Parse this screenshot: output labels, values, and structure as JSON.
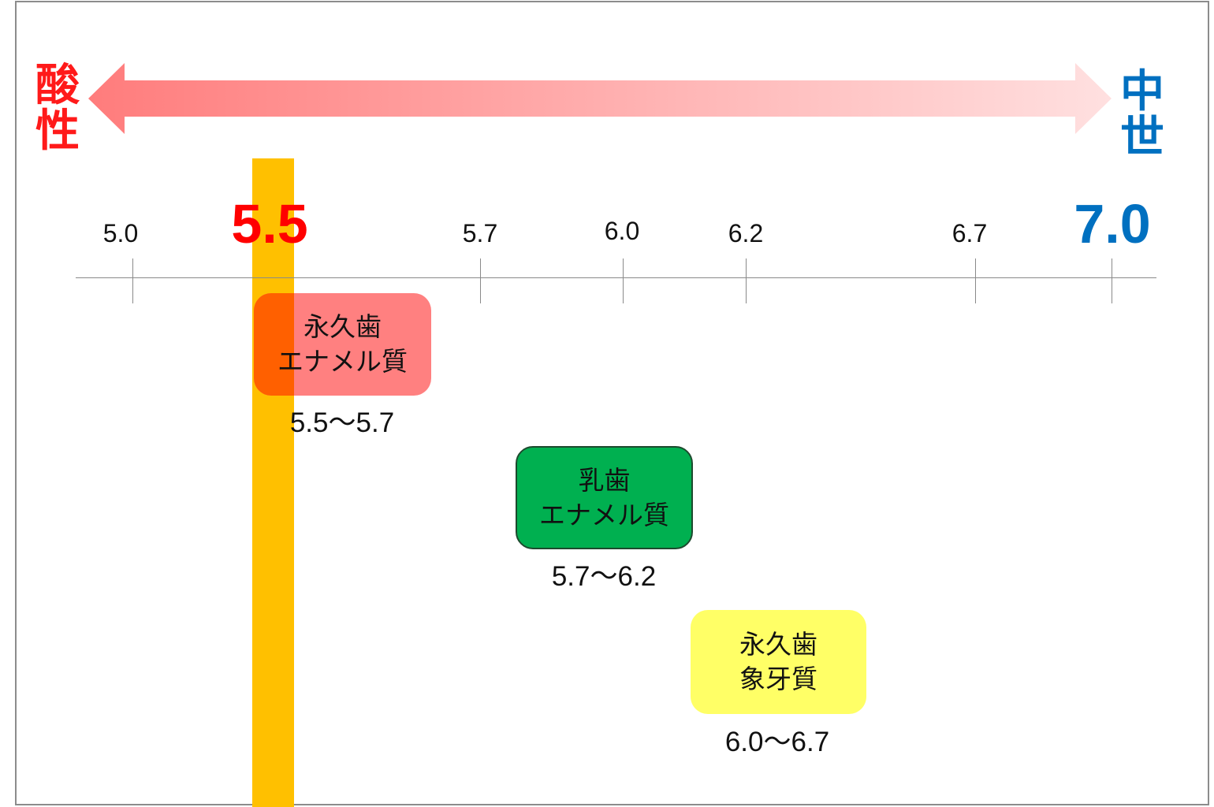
{
  "labels": {
    "acid": [
      "酸",
      "性"
    ],
    "neutral": [
      "中",
      "世"
    ]
  },
  "colors": {
    "acid_text": "#ff1a1a",
    "neutral_text": "#0070c0",
    "guide_bar": "#ffc000",
    "arrow_gradient_start": "#ff7c7c",
    "arrow_gradient_end": "#ffe0e0",
    "box_permanent_enamel": "#ff8080",
    "box_primary_enamel": "#00b050",
    "box_permanent_dentin": "#ffff66"
  },
  "axis": {
    "ticks": [
      {
        "value": "5.0",
        "style": "normal"
      },
      {
        "value": "5.5",
        "style": "highlight-red"
      },
      {
        "value": "5.7",
        "style": "normal"
      },
      {
        "value": "6.0",
        "style": "normal"
      },
      {
        "value": "6.2",
        "style": "normal"
      },
      {
        "value": "6.7",
        "style": "normal"
      },
      {
        "value": "7.0",
        "style": "highlight-blue"
      }
    ]
  },
  "ranges": [
    {
      "line1": "永久歯",
      "line2": "エナメル質",
      "range": "5.5〜5.7",
      "color": "#ff8080"
    },
    {
      "line1": "乳歯",
      "line2": "エナメル質",
      "range": "5.7〜6.2",
      "color": "#00b050"
    },
    {
      "line1": "永久歯",
      "line2": "象牙質",
      "range": "6.0〜6.7",
      "color": "#ffff66"
    }
  ]
}
